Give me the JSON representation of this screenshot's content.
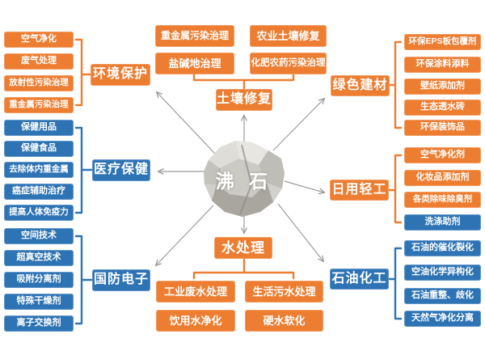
{
  "diagram": {
    "center_label": "沸 石",
    "colors": {
      "orange": "#ED7D31",
      "blue": "#2E74B5",
      "arrow": "#9B9B9B",
      "stone_gray": "#C9C7C1"
    },
    "groups": [
      {
        "label": "环境保护",
        "color": "orange",
        "position": "left-top",
        "items": [
          "空气净化",
          "废气处理",
          "放射性污染治理",
          "重金属污染治理"
        ]
      },
      {
        "label": "医疗保健",
        "color": "blue",
        "position": "left-middle",
        "items": [
          "保健用品",
          "保健食品",
          "去除体内重金属",
          "癌症辅助治疗",
          "提高人体免疫力"
        ]
      },
      {
        "label": "国防电子",
        "color": "blue",
        "position": "left-bottom",
        "items": [
          "空间技术",
          "超真空技术",
          "吸附分离剂",
          "特殊干燥剂",
          "离子交换剂"
        ]
      },
      {
        "label": "土壤修复",
        "color": "orange",
        "position": "top-middle",
        "items": [
          "重金属污染治理",
          "农业土壤修复",
          "盐碱地治理",
          "化肥农药污染治理"
        ]
      },
      {
        "label": "水处理",
        "color": "orange",
        "position": "bottom-middle",
        "items": [
          "工业废水处理",
          "生活污水处理",
          "饮用水净化",
          "硬水软化"
        ]
      },
      {
        "label": "绿色建材",
        "color": "orange",
        "position": "right-top",
        "items": [
          "环保EPS板包覆剂",
          "环保涂料添料",
          "壁纸添加剂",
          "生态透水砖",
          "环保装饰品"
        ]
      },
      {
        "label": "日用轻工",
        "color": "orange",
        "position": "right-middle",
        "items": [
          "空气净化剂",
          "化妆品添加剂",
          "各类除味除臭剂",
          "洗涤助剂"
        ]
      },
      {
        "label": "石油化工",
        "color": "blue",
        "position": "right-bottom",
        "items": [
          "石油的催化裂化",
          "空油化学异构化",
          "石油重整、歧化",
          "天然气净化分离"
        ]
      }
    ]
  }
}
